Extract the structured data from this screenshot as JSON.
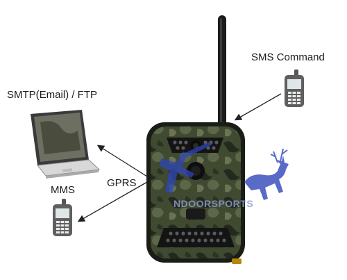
{
  "labels": {
    "sms_command": "SMS Command",
    "smtp_ftp": "SMTP(Email) / FTP",
    "mms": "MMS",
    "gprs": "GPRS"
  },
  "watermark": "NDOORSPORTS",
  "icons": [
    "antenna-icon",
    "trail-camera-icon",
    "laptop-icon",
    "cellphone-icon",
    "deer-logo-icon",
    "hunter-logo-icon",
    "arrow-icon"
  ],
  "colors": {
    "camo_base": "#3f4a31",
    "camo_dark": "#23291d",
    "camo_light": "#6b7355",
    "watermark_blue": "#2f46b8",
    "arrow": "#222222"
  }
}
